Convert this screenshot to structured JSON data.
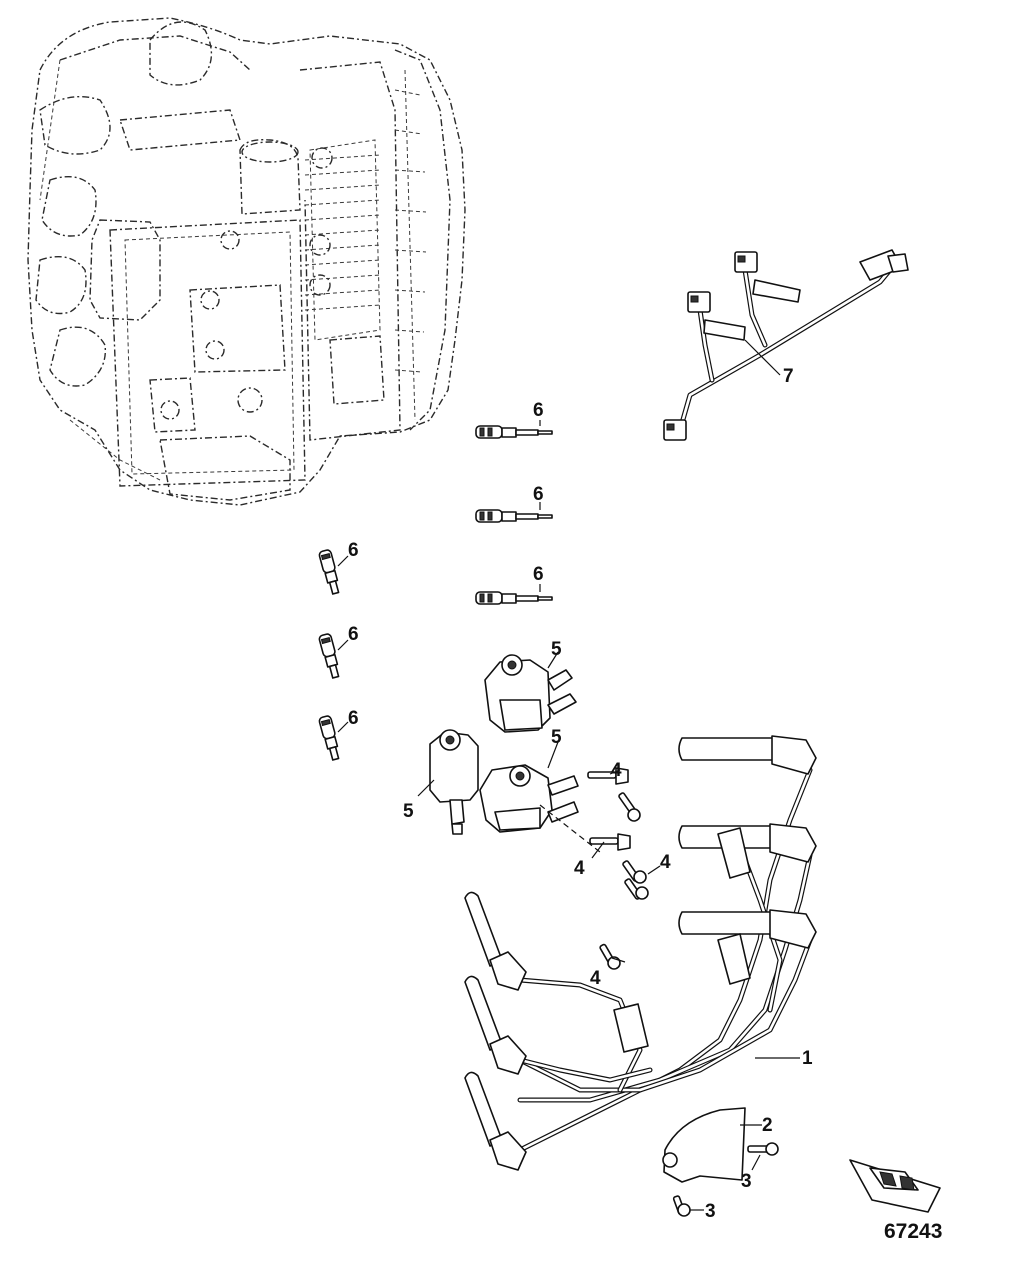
{
  "callouts": {
    "one": "1",
    "two": "2",
    "three": "3",
    "four": "4",
    "five": "5",
    "six": "6",
    "seven": "7"
  },
  "figure_number": "67243"
}
